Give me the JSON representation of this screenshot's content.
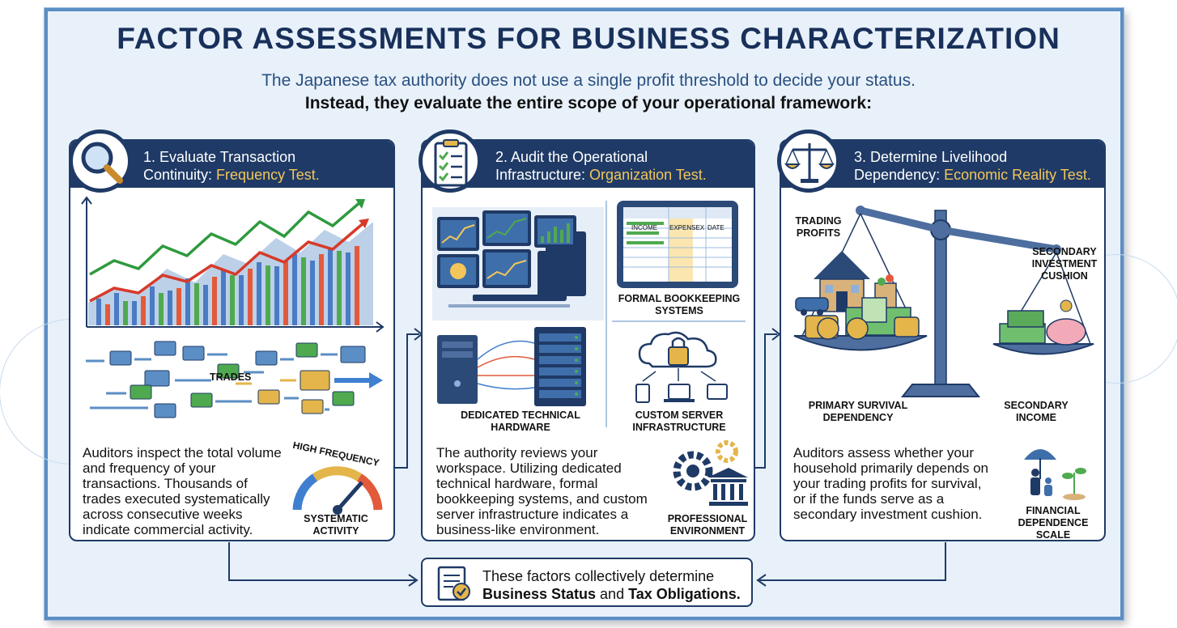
{
  "title": "FACTOR ASSESSMENTS FOR BUSINESS CHARACTERIZATION",
  "subtitle_line1": "The Japanese tax authority does not use a single profit threshold to decide your status.",
  "subtitle_line2": "Instead, they evaluate the entire scope of your operational framework:",
  "panels": [
    {
      "title_line1": "1. Evaluate Transaction",
      "title_line2_prefix": "Continuity: ",
      "title_highlight": "Frequency Test.",
      "icon": "magnifying-glass-icon",
      "trades_label": "TRADES",
      "description_lines": [
        "Auditors inspect the total volume",
        "and frequency of your",
        "transactions. Thousands of",
        "trades executed systematically",
        "across consecutive weeks",
        "indicate commercial activity."
      ],
      "gauge_label": "HIGH FREQUENCY",
      "caption_line1": "SYSTEMATIC",
      "caption_line2": "ACTIVITY"
    },
    {
      "title_line1": "2. Audit the Operational",
      "title_line2_prefix": "Infrastructure: ",
      "title_highlight": "Organization Test.",
      "icon": "checklist-icon",
      "sheet_columns": [
        "INCOME",
        "EXPENSEX",
        "DATE"
      ],
      "bookkeeping_line1": "FORMAL BOOKKEEPING",
      "bookkeeping_line2": "SYSTEMS",
      "hardware_line1": "DEDICATED TECHNICAL",
      "hardware_line2": "HARDWARE",
      "server_line1": "CUSTOM SERVER",
      "server_line2": "INFRASTRUCTURE",
      "description_lines": [
        "The authority reviews your",
        "workspace. Utilizing dedicated",
        "technical hardware, formal",
        "bookkeeping systems, and custom",
        "server infrastructure indicates a",
        "business-like environment."
      ],
      "caption_line1": "PROFESSIONAL",
      "caption_line2": "ENVIRONMENT"
    },
    {
      "title_line1": "3. Determine Livelihood",
      "title_line2_prefix": "Dependency: ",
      "title_highlight": "Economic Reality Test.",
      "icon": "balance-scale-icon",
      "left_pan_line1": "TRADING",
      "left_pan_line2": "PROFITS",
      "right_pan_line1": "SECONDARY",
      "right_pan_line2": "INVESTMENT",
      "right_pan_line3": "CUSHION",
      "primary_line1": "PRIMARY SURVIVAL",
      "primary_line2": "DEPENDENCY",
      "secondary_line1": "SECONDARY",
      "secondary_line2": "INCOME",
      "description_lines": [
        "Auditors assess whether your",
        "household primarily depends on",
        "your trading profits for survival,",
        "or if the funds serve as a",
        "secondary investment cushion."
      ],
      "caption_line1": "FINANCIAL",
      "caption_line2": "DEPENDENCE",
      "caption_line3": "SCALE"
    }
  ],
  "footer": {
    "line1": "These factors collectively determine",
    "bold1": "Business Status",
    "middle": " and ",
    "bold2": "Tax Obligations."
  },
  "colors": {
    "navy": "#1f3a66",
    "highlight": "#f3c65a",
    "frame": "#5b8ec4",
    "background": "#e8f1fa"
  }
}
